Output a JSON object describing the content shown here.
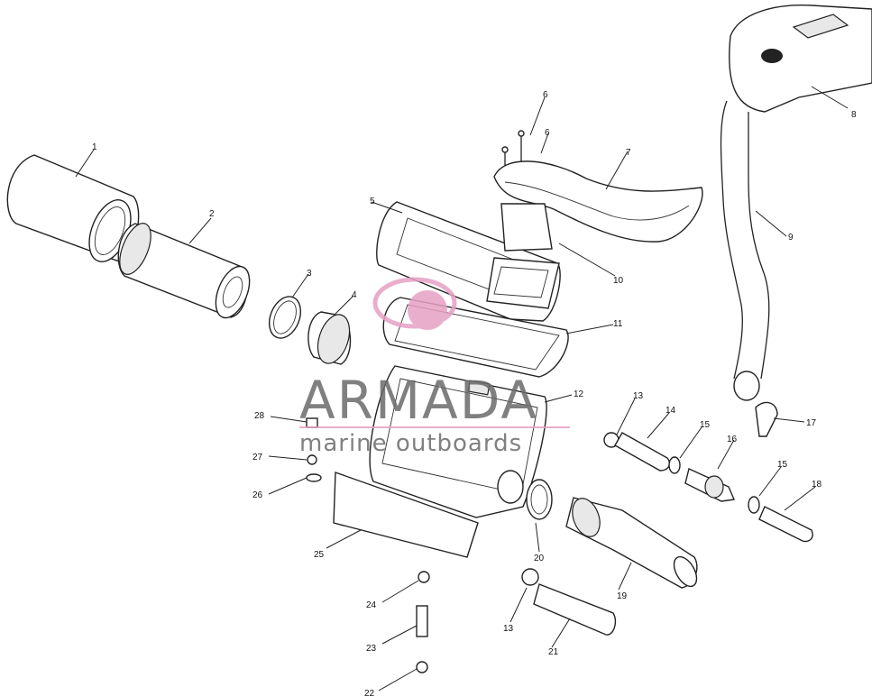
{
  "diagram": {
    "callouts": [
      {
        "id": "c1",
        "label": "1"
      },
      {
        "id": "c2",
        "label": "2"
      },
      {
        "id": "c3",
        "label": "3"
      },
      {
        "id": "c4",
        "label": "4"
      },
      {
        "id": "c5",
        "label": "5"
      },
      {
        "id": "c6",
        "label": "6"
      },
      {
        "id": "c6b",
        "label": "6"
      },
      {
        "id": "c7",
        "label": "7"
      },
      {
        "id": "c8",
        "label": "8"
      },
      {
        "id": "c9",
        "label": "9"
      },
      {
        "id": "c10",
        "label": "10"
      },
      {
        "id": "c11",
        "label": "11"
      },
      {
        "id": "c12",
        "label": "12"
      },
      {
        "id": "c13",
        "label": "13"
      },
      {
        "id": "c13b",
        "label": "13"
      },
      {
        "id": "c14",
        "label": "14"
      },
      {
        "id": "c15",
        "label": "15"
      },
      {
        "id": "c15b",
        "label": "15"
      },
      {
        "id": "c16",
        "label": "16"
      },
      {
        "id": "c17",
        "label": "17"
      },
      {
        "id": "c18",
        "label": "18"
      },
      {
        "id": "c19",
        "label": "19"
      },
      {
        "id": "c20",
        "label": "20"
      },
      {
        "id": "c21",
        "label": "21"
      },
      {
        "id": "c22",
        "label": "22"
      },
      {
        "id": "c23",
        "label": "23"
      },
      {
        "id": "c24",
        "label": "24"
      },
      {
        "id": "c25",
        "label": "25"
      },
      {
        "id": "c26",
        "label": "26"
      },
      {
        "id": "c27",
        "label": "27"
      },
      {
        "id": "c28",
        "label": "28"
      }
    ]
  },
  "watermark": {
    "brand": "ARMADA",
    "tagline": "marine outboards",
    "logo_color": "#e6a0c4",
    "text_color": "#6a6a6a"
  }
}
